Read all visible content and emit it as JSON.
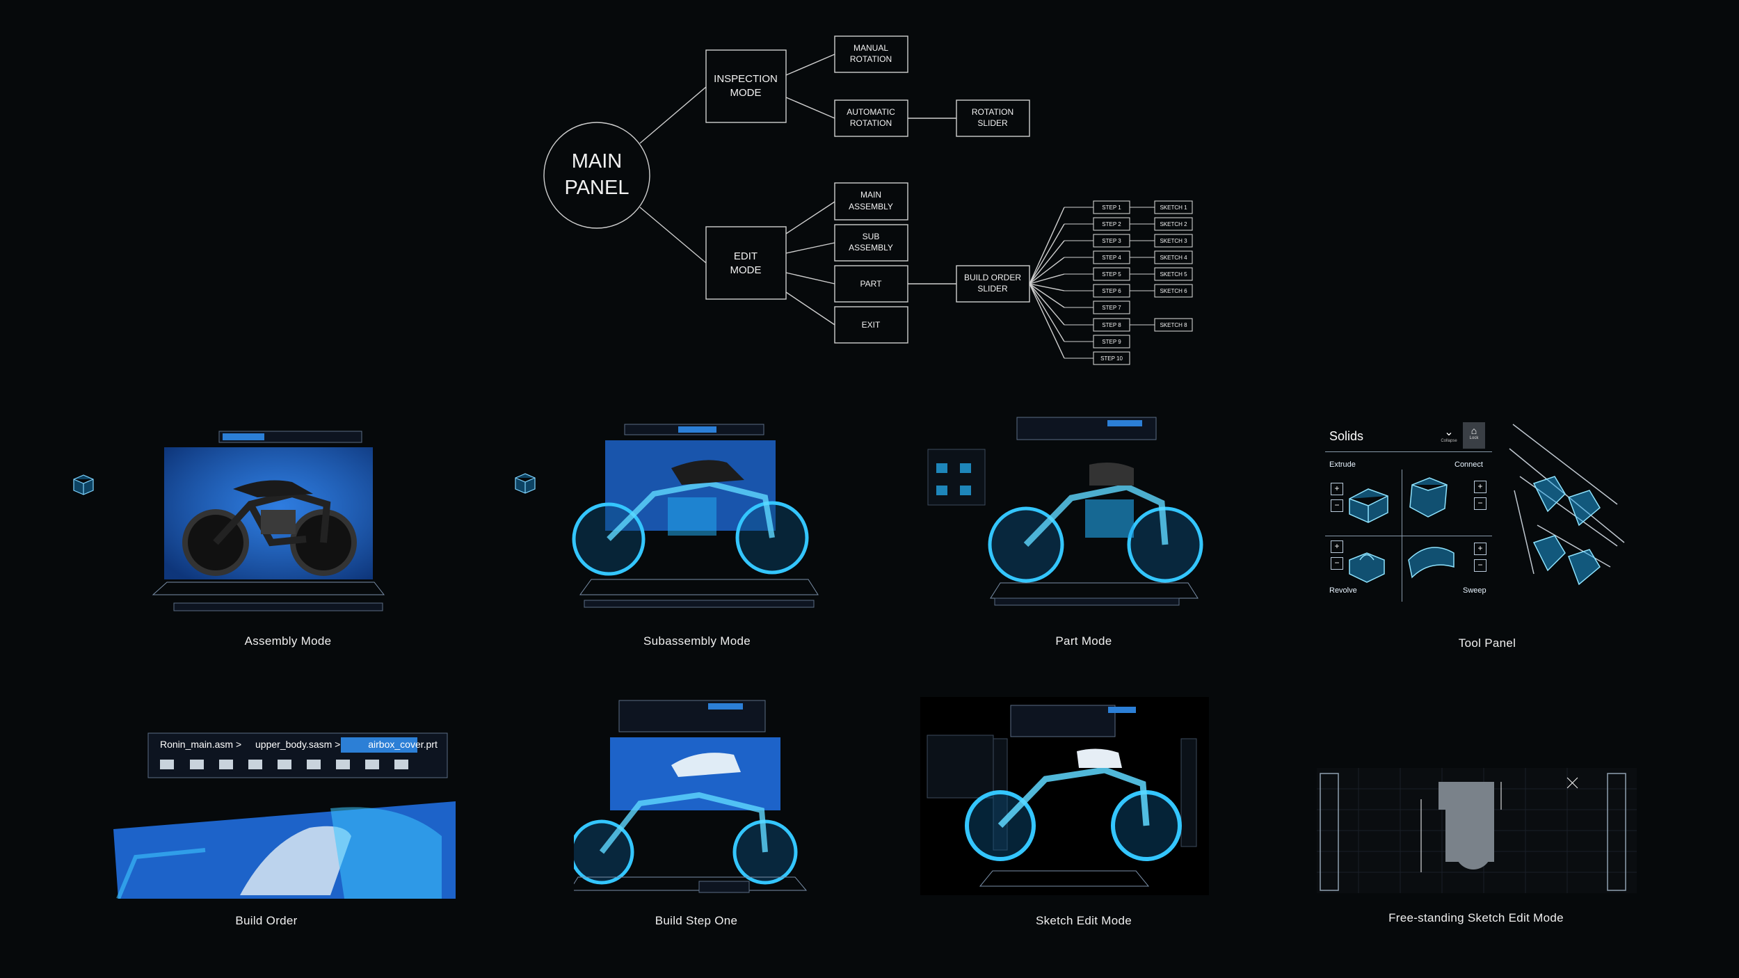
{
  "tree": {
    "root": "MAIN PANEL",
    "root_line1": "MAIN",
    "root_line2": "PANEL",
    "inspection": {
      "line1": "INSPECTION",
      "line2": "MODE"
    },
    "edit": {
      "line1": "EDIT",
      "line2": "MODE"
    },
    "manual_rotation": {
      "line1": "MANUAL",
      "line2": "ROTATION"
    },
    "automatic_rotation": {
      "line1": "AUTOMATIC",
      "line2": "ROTATION"
    },
    "rotation_slider": {
      "line1": "ROTATION",
      "line2": "SLIDER"
    },
    "main_assembly": {
      "line1": "MAIN",
      "line2": "ASSEMBLY"
    },
    "sub_assembly": {
      "line1": "SUB",
      "line2": "ASSEMBLY"
    },
    "part": "PART",
    "exit": "EXIT",
    "build_order_slider": {
      "line1": "BUILD ORDER",
      "line2": "SLIDER"
    },
    "steps": [
      "STEP 1",
      "STEP 2",
      "STEP 3",
      "STEP 4",
      "STEP 5",
      "STEP 6",
      "STEP 7",
      "STEP 8",
      "STEP 9",
      "STEP 10"
    ],
    "sketches": [
      "SKETCH 1",
      "SKETCH 2",
      "SKETCH 3",
      "SKETCH 4",
      "SKETCH 5",
      "SKETCH 6",
      "",
      "SKETCH 8",
      "",
      ""
    ]
  },
  "captions": {
    "assembly": "Assembly Mode",
    "subassembly": "Subassembly Mode",
    "part": "Part Mode",
    "tool_panel": "Tool Panel",
    "build_order": "Build Order",
    "build_step_one": "Build Step One",
    "sketch_edit": "Sketch Edit Mode",
    "freestanding": "Free-standing Sketch Edit Mode"
  },
  "tool_panel": {
    "title": "Solids",
    "collapse": "Collapse",
    "lock": "Lock",
    "extrude": "Extrude",
    "connect": "Connect",
    "revolve": "Revolve",
    "sweep": "Sweep"
  },
  "build_order": {
    "crumb1": "Ronin_main.asm >",
    "crumb2": "upper_body.sasm >",
    "crumb3": "airbox_cover.prt"
  },
  "colors": {
    "background": "#06090b",
    "line": "#d0d0d0",
    "hologram": "#19b6ff",
    "screen_blue": "#1d63c9"
  }
}
